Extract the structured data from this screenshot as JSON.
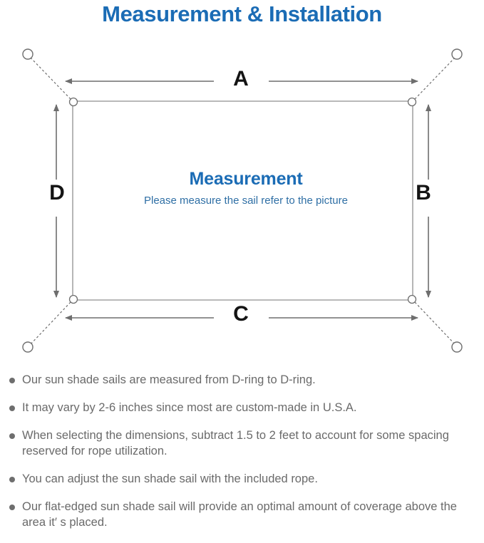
{
  "title": "Measurement & Installation",
  "diagram": {
    "center_heading": "Measurement",
    "center_subtext": "Please measure the sail refer to the picture",
    "dimension_labels": {
      "top": "A",
      "right": "B",
      "bottom": "C",
      "left": "D"
    },
    "icons": {
      "anchor_point": "anchor-ring-icon",
      "corner_dring": "d-ring-icon",
      "rope": "dashed-rope-line",
      "dimension_arrow": "double-headed-arrow"
    },
    "colors": {
      "title_blue": "#1b6cb5",
      "subtext_blue": "#2f6fa5",
      "line_gray": "#6e6e6e",
      "sail_outline": "#8c8c8c",
      "letter_black": "#141414"
    }
  },
  "notes": [
    "Our sun shade sails are measured from D-ring to D-ring.",
    "It may vary by 2-6 inches since most are custom-made in U.S.A.",
    "When selecting the dimensions, subtract 1.5 to 2 feet to account for some spacing reserved for rope utilization.",
    "You can adjust the sun shade sail with the included rope.",
    "Our flat-edged sun shade sail will provide an optimal amount of coverage above the area it′ s placed."
  ]
}
